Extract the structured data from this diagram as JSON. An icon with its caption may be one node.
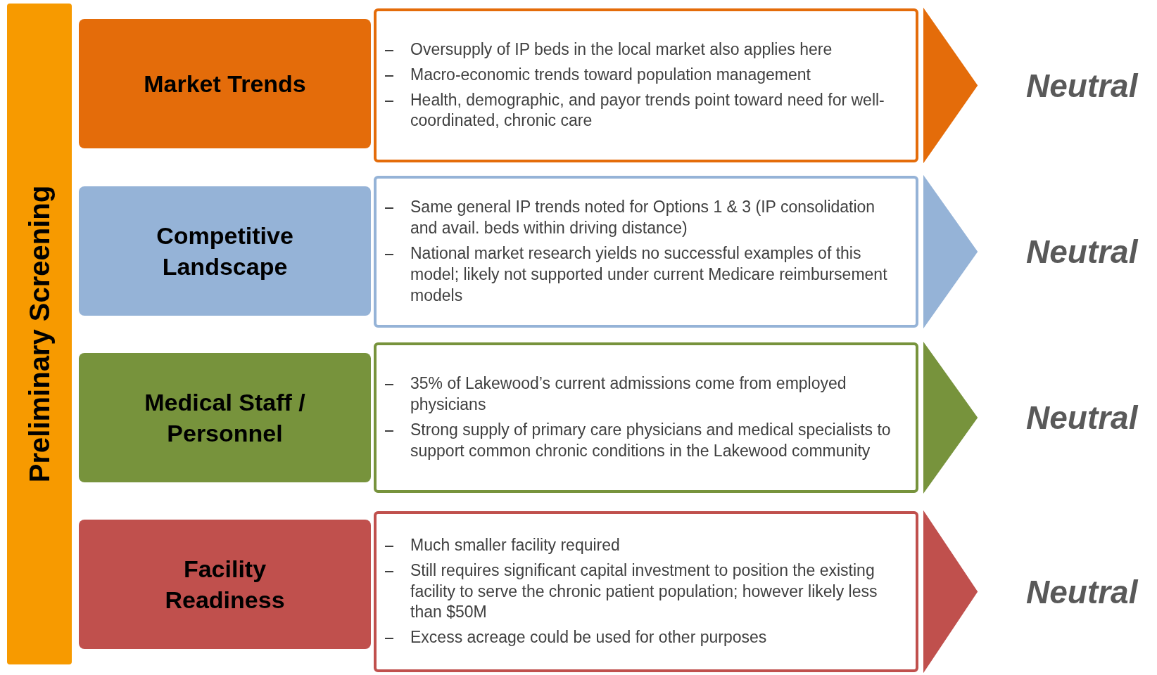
{
  "diagram": {
    "nodes": [
      {
        "text": [
          "Preliminary Screening"
        ]
      },
      {
        "text": [
          "Market Trends"
        ]
      },
      {
        "text": [
          "Oversupply of IP beds in the local market also applies here",
          "Macro-economic trends toward population management",
          "Health, demographic, and payor trends point toward need for well-coordinated, chronic care"
        ]
      },
      {
        "text": [
          "Neutral"
        ]
      },
      {
        "text": [
          "Competitive Landscape"
        ]
      },
      {
        "text": [
          "Same general IP trends noted for Options 1 & 3 (IP consolidation and avail. beds within driving distance)",
          "National market research yields no successful examples of this model; likely not supported under current Medicare reimbursement models"
        ]
      },
      {
        "text": [
          "Neutral"
        ]
      },
      {
        "text": [
          "Medical Staff / Personnel"
        ]
      },
      {
        "text": [
          "35% of Lakewood’s current admissions come from employed physicians",
          "Strong supply of primary care physicians and medical specialists to support common chronic conditions in the Lakewood community"
        ]
      },
      {
        "text": [
          "Neutral"
        ]
      },
      {
        "text": [
          "Facility Readiness"
        ]
      },
      {
        "text": [
          "Much smaller facility required",
          "Still requires significant capital investment to position the existing facility to serve the chronic patient population; however likely less than $50M",
          "Excess acreage could be used for other purposes"
        ]
      },
      {
        "text": [
          "Neutral"
        ]
      }
    ],
    "edges": [
      {
        "from": 2,
        "to": 3,
        "arrow": "to",
        "color": "#e46c0a"
      },
      {
        "from": 5,
        "to": 6,
        "arrow": "to",
        "color": "#95b3d7"
      },
      {
        "from": 8,
        "to": 9,
        "arrow": "to",
        "color": "#77933c"
      },
      {
        "from": 11,
        "to": 12,
        "arrow": "to",
        "color": "#c0504d"
      }
    ]
  }
}
